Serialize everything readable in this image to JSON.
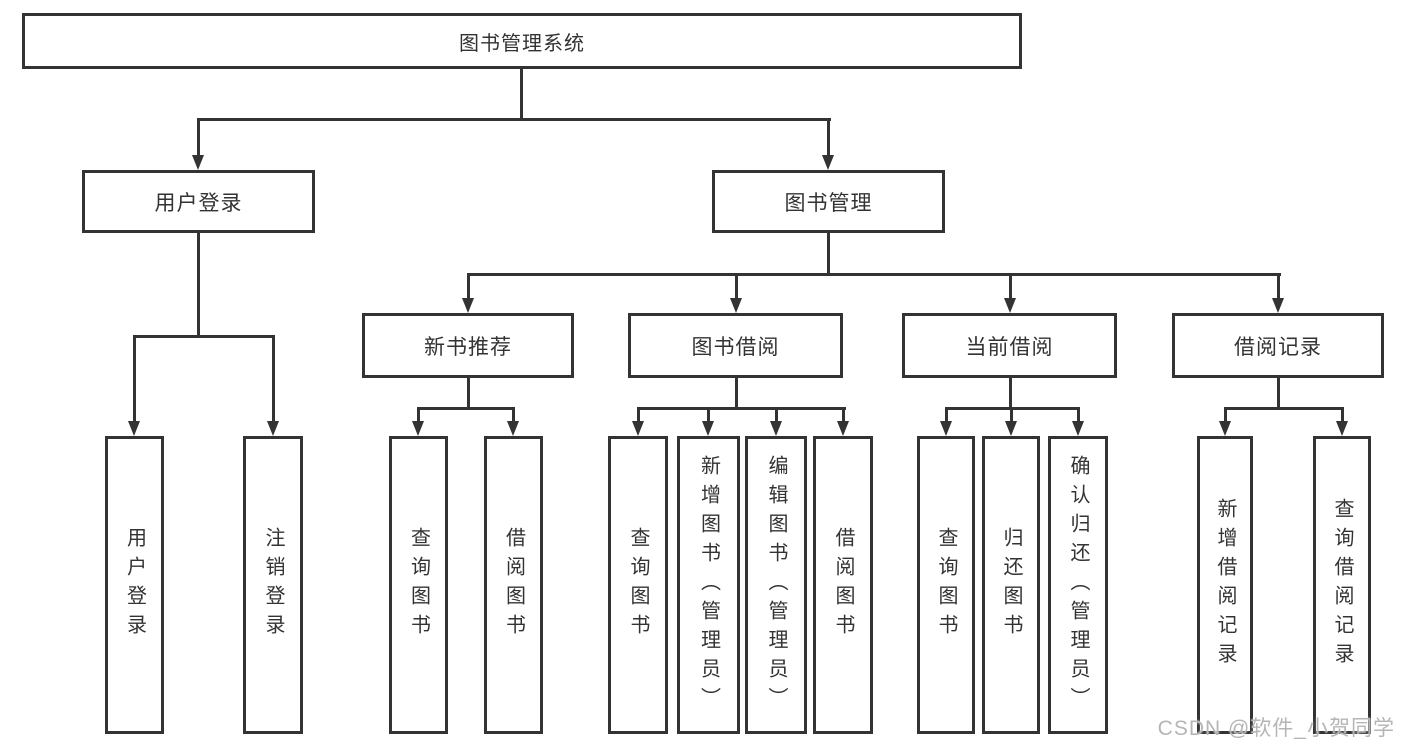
{
  "diagram": {
    "root": {
      "label": "图书管理系统"
    },
    "branches": [
      {
        "label": "用户登录",
        "leaves": [
          {
            "label": "用户登录"
          },
          {
            "label": "注销登录"
          }
        ]
      },
      {
        "label": "图书管理",
        "groups": [
          {
            "label": "新书推荐",
            "leaves": [
              {
                "label": "查询图书"
              },
              {
                "label": "借阅图书"
              }
            ]
          },
          {
            "label": "图书借阅",
            "leaves": [
              {
                "label": "查询图书"
              },
              {
                "label": "新增图书（管理员）"
              },
              {
                "label": "编辑图书（管理员）"
              },
              {
                "label": "借阅图书"
              }
            ]
          },
          {
            "label": "当前借阅",
            "leaves": [
              {
                "label": "查询图书"
              },
              {
                "label": "归还图书"
              },
              {
                "label": "确认归还（管理员）"
              }
            ]
          },
          {
            "label": "借阅记录",
            "leaves": [
              {
                "label": "新增借阅记录"
              },
              {
                "label": "查询借阅记录"
              }
            ]
          }
        ]
      }
    ]
  },
  "watermark": {
    "text": "CSDN @软件_小贺同学"
  },
  "colors": {
    "line": "#333333",
    "box_border": "#333333",
    "text": "#333333",
    "watermark": "#b5b5b5",
    "background": "#ffffff"
  }
}
